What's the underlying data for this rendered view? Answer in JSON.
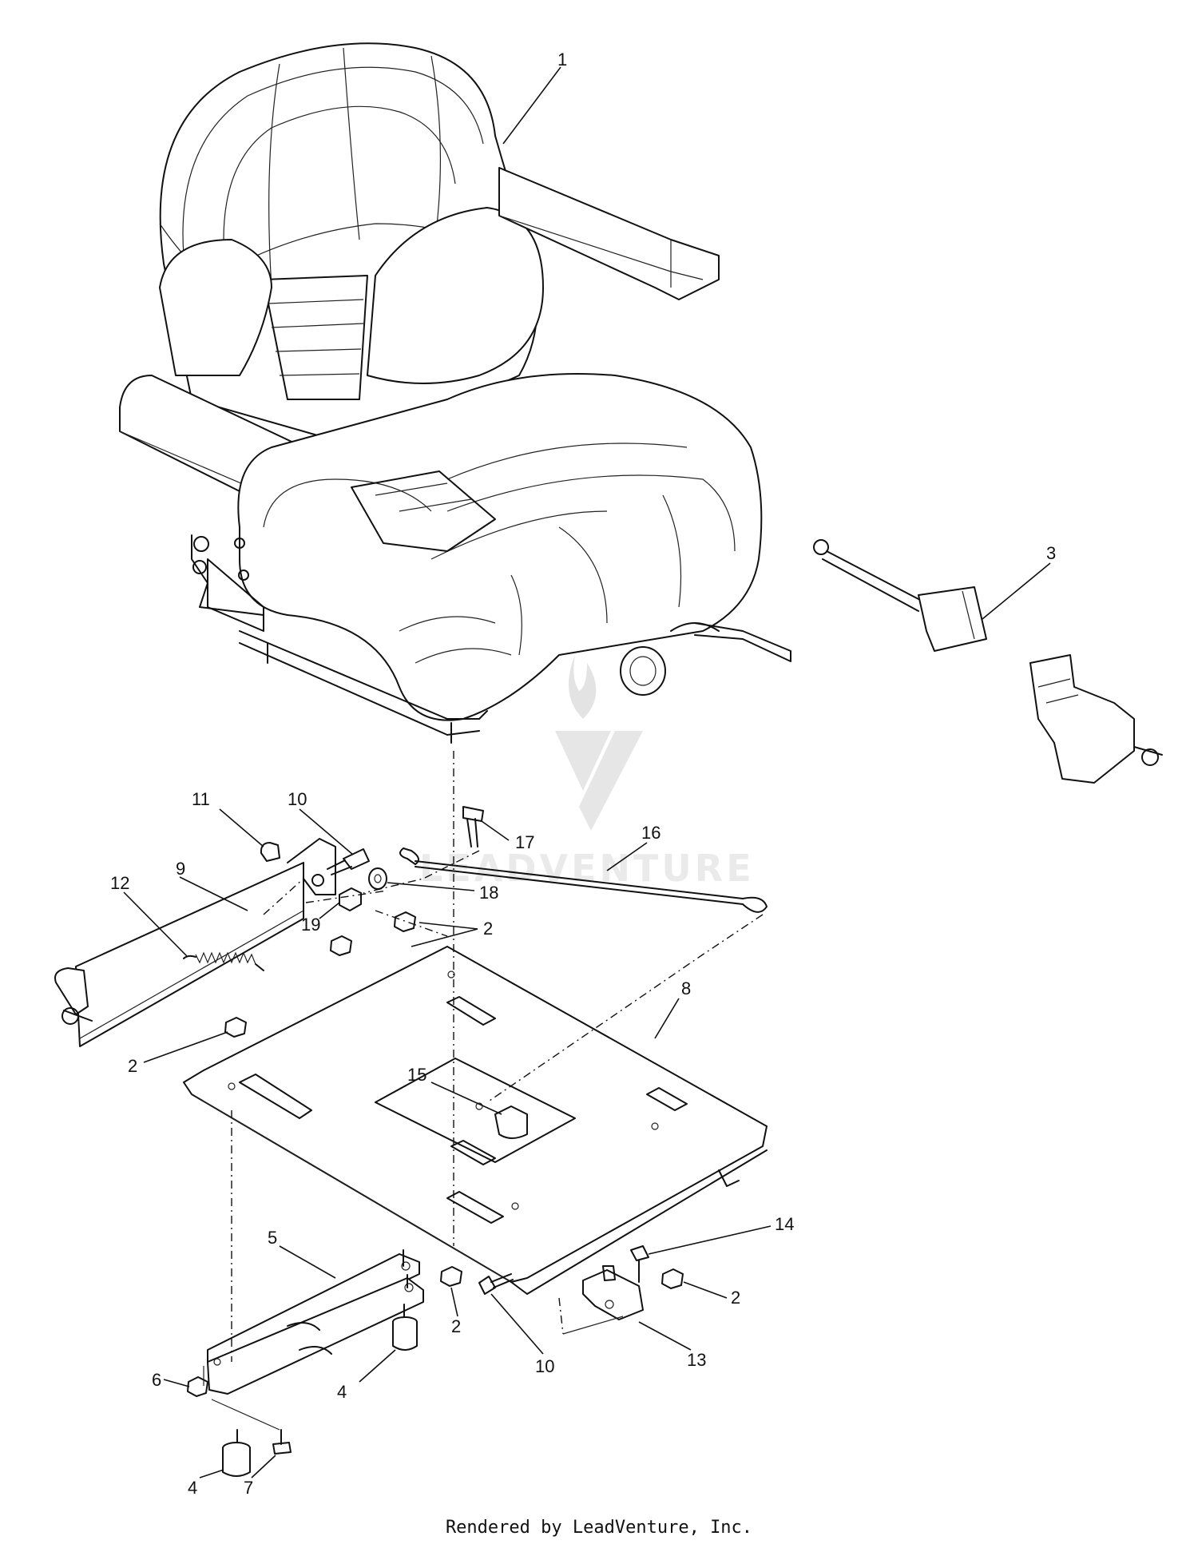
{
  "diagram": {
    "callouts": [
      "1",
      "3",
      "11",
      "10",
      "17",
      "16",
      "9",
      "18",
      "12",
      "19",
      "2",
      "2",
      "8",
      "2",
      "15",
      "14",
      "5",
      "2",
      "2",
      "10",
      "13",
      "6",
      "4",
      "4",
      "7"
    ]
  },
  "watermark": {
    "text": "LEADVENTURE",
    "colors": {
      "watermark": "#d9d9d9",
      "ink": "#111111"
    }
  },
  "footer": {
    "text": "Rendered by LeadVenture, Inc."
  }
}
